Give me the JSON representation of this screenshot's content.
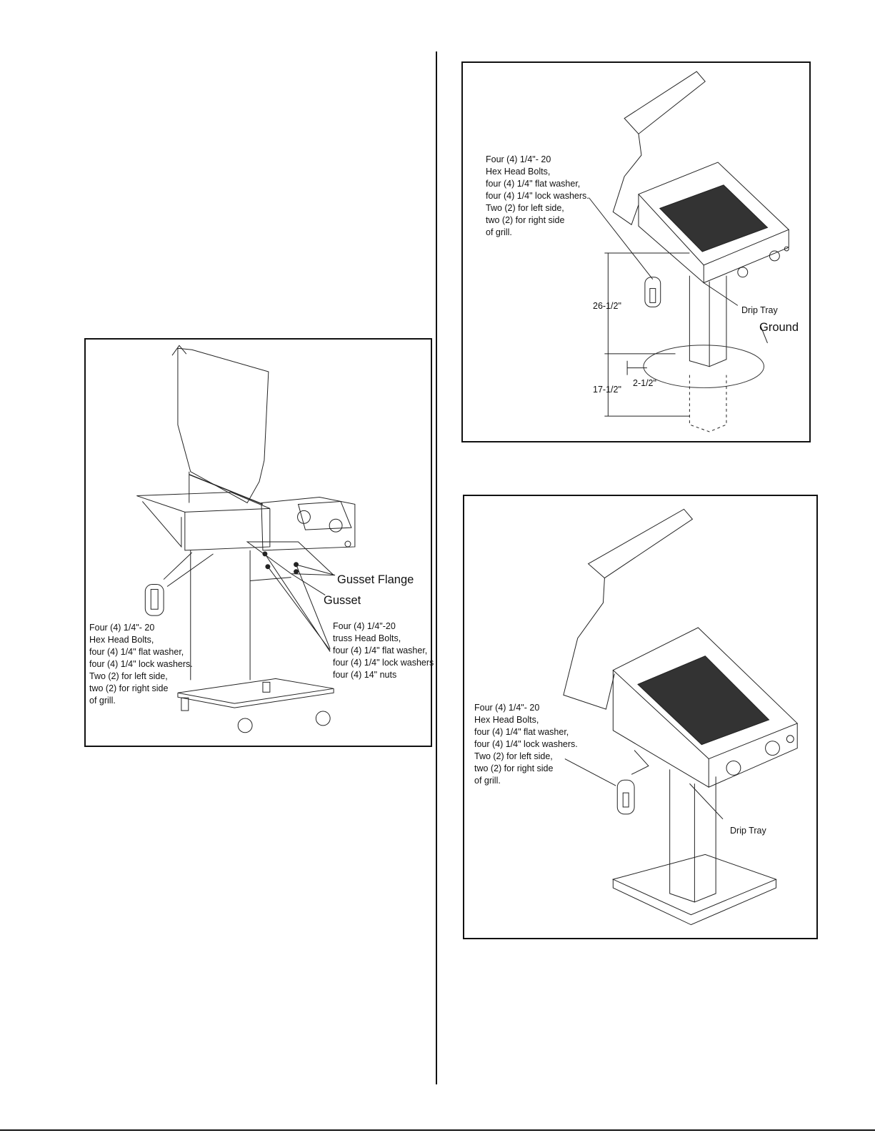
{
  "figures": {
    "cart": {
      "labels": {
        "gusset_flange": "Gusset Flange",
        "gusset": "Gusset",
        "hex_bolts": [
          "Four (4) 1/4\"- 20",
          "Hex Head Bolts,",
          "four (4) 1/4\" flat washer,",
          "four (4) 1/4\" lock washers.",
          "Two (2) for left side,",
          "two (2) for right side",
          "of grill."
        ],
        "truss_bolts": [
          "Four (4) 1/4\"-20",
          "truss Head Bolts,",
          "four (4) 1/4\" flat washer,",
          "four (4) 1/4\" lock washers",
          "four (4) 14\" nuts"
        ]
      }
    },
    "in_ground_post": {
      "labels": {
        "hex_bolts": [
          "Four (4) 1/4\"- 20",
          "Hex Head Bolts,",
          "four (4) 1/4\" flat washer,",
          "four (4) 1/4\" lock washers.",
          "Two (2) for left side,",
          "two (2) for right side",
          "of grill."
        ],
        "drip_tray": "Drip Tray",
        "ground": "Ground",
        "dim_height": "26-1/2\"",
        "dim_depth": "17-1/2\"",
        "dim_offset": "2-1/2\""
      }
    },
    "patio_post": {
      "labels": {
        "hex_bolts": [
          "Four (4) 1/4\"- 20",
          "Hex Head Bolts,",
          "four (4) 1/4\" flat washer,",
          "four (4) 1/4\" lock washers.",
          "Two (2) for left side,",
          "two (2) for right side",
          "of grill."
        ],
        "drip_tray": "Drip Tray"
      }
    }
  }
}
